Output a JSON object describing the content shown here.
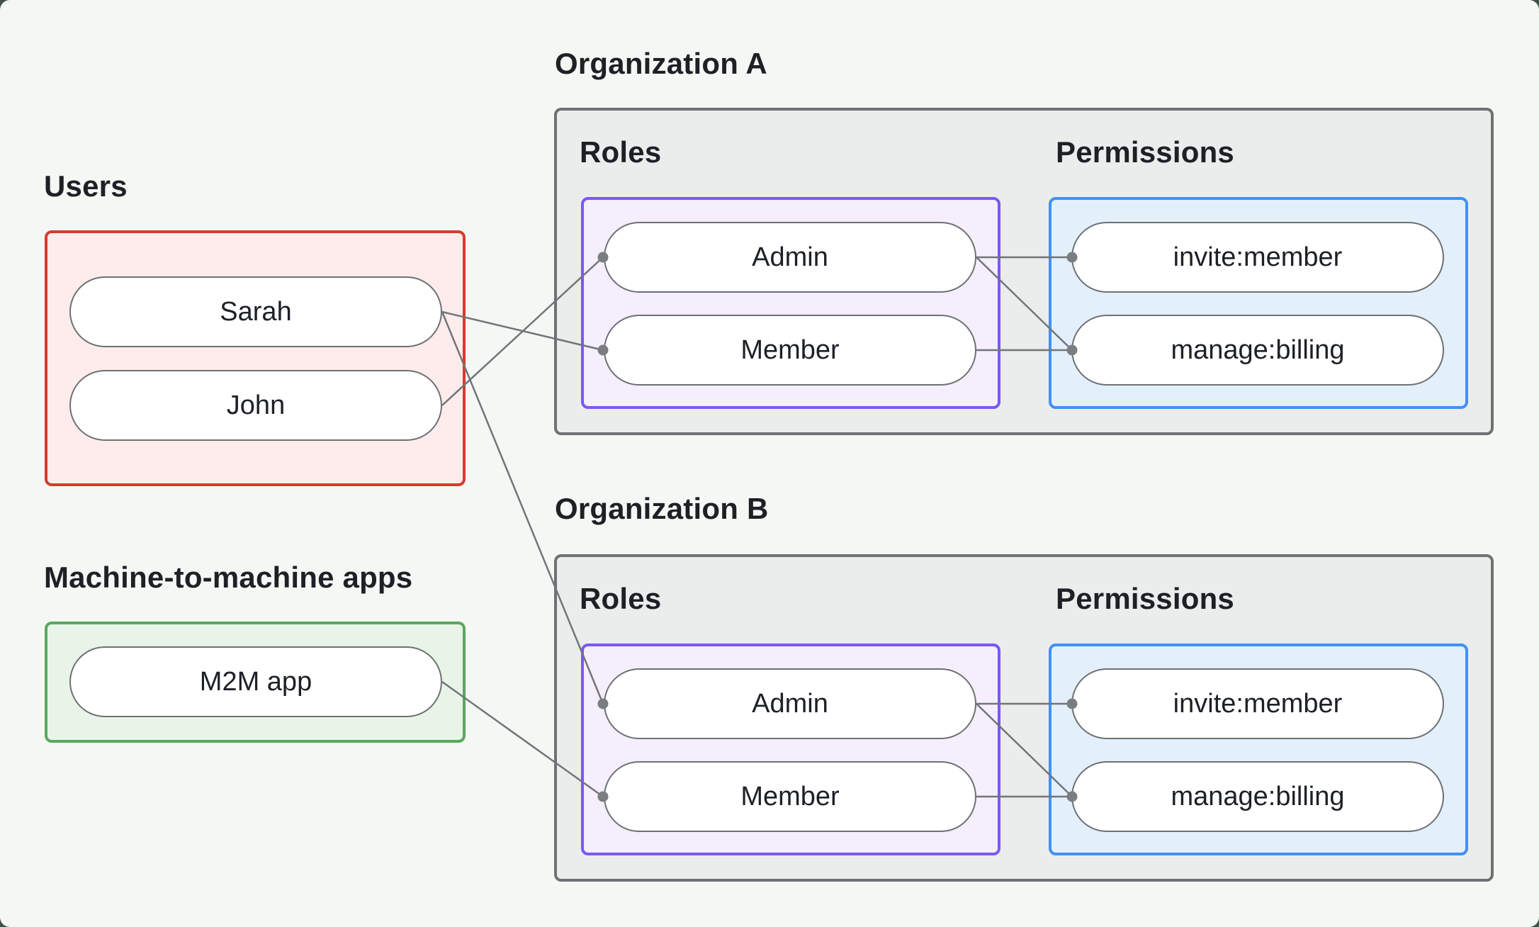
{
  "users_group": {
    "label": "Users",
    "items": [
      {
        "label": "Sarah"
      },
      {
        "label": "John"
      }
    ]
  },
  "m2m_group": {
    "label": "Machine-to-machine apps",
    "items": [
      {
        "label": "M2M app"
      }
    ]
  },
  "org_a": {
    "label": "Organization A",
    "roles_label": "Roles",
    "permissions_label": "Permissions",
    "roles": [
      {
        "label": "Admin"
      },
      {
        "label": "Member"
      }
    ],
    "permissions": [
      {
        "label": "invite:member"
      },
      {
        "label": "manage:billing"
      }
    ]
  },
  "org_b": {
    "label": "Organization B",
    "roles_label": "Roles",
    "permissions_label": "Permissions",
    "roles": [
      {
        "label": "Admin"
      },
      {
        "label": "Member"
      }
    ],
    "permissions": [
      {
        "label": "invite:member"
      },
      {
        "label": "manage:billing"
      }
    ]
  },
  "edges": [
    {
      "from": "Sarah",
      "to": "Organization A / Member"
    },
    {
      "from": "John",
      "to": "Organization A / Admin"
    },
    {
      "from": "Sarah",
      "to": "Organization B / Admin"
    },
    {
      "from": "M2M app",
      "to": "Organization B / Member"
    },
    {
      "from": "Organization A / Admin",
      "to": "Organization A / invite:member"
    },
    {
      "from": "Organization A / Admin",
      "to": "Organization A / manage:billing"
    },
    {
      "from": "Organization A / Member",
      "to": "Organization A / manage:billing"
    },
    {
      "from": "Organization B / Admin",
      "to": "Organization B / invite:member"
    },
    {
      "from": "Organization B / Admin",
      "to": "Organization B / manage:billing"
    },
    {
      "from": "Organization B / Member",
      "to": "Organization B / manage:billing"
    }
  ],
  "colors": {
    "outer_bg": "#3f5346",
    "canvas_bg": "#f5f7f5",
    "org_box_fill": "#ebedec",
    "org_box_border": "#6d7275",
    "users_border": "#d63b30",
    "users_fill": "#fdeceb",
    "m2m_border": "#5aa75f",
    "m2m_fill": "#e9f4e9",
    "roles_border": "#7b57f7",
    "roles_fill": "#f4eefd",
    "permissions_border": "#4190f6",
    "permissions_fill": "#e3f0fc",
    "pill_border": "#6d7174",
    "pill_fill": "#ffffff",
    "edge": "#717578",
    "dot": "#7b7e81",
    "text": "#1d2125"
  }
}
